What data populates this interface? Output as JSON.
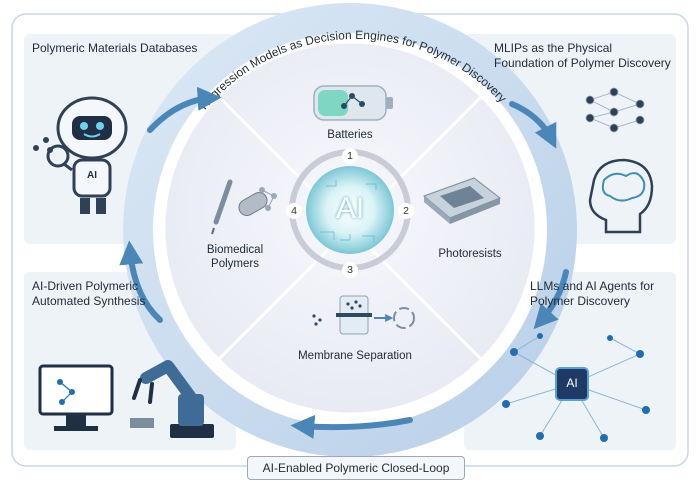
{
  "panels": {
    "top_left": "Polymeric Materials Databases",
    "top_right": "MLIPs as the Physical Foundation of Polymer Discovery",
    "bottom_left": "AI-Driven Polymeric Automated Synthesis",
    "bottom_right": "LLMs and AI Agents for Polymer Discovery"
  },
  "arc_title": "Regression Models as Decision Engines for Polymer Discovery",
  "segments": [
    {
      "number": "1",
      "label": "Batteries"
    },
    {
      "number": "2",
      "label": "Photoresists"
    },
    {
      "number": "3",
      "label": "Membrane Separation"
    },
    {
      "number": "4",
      "label": "Biomedical Polymers"
    }
  ],
  "center_label": "AI",
  "robot_chest_label": "AI",
  "chip_label": "AI",
  "footer": "AI-Enabled Polymeric Closed-Loop",
  "colors": {
    "arrow": "#4b86b8",
    "ring": "#cfe0f0",
    "panel_bg": "#eef3f8",
    "accent": "#1f6fb0"
  }
}
